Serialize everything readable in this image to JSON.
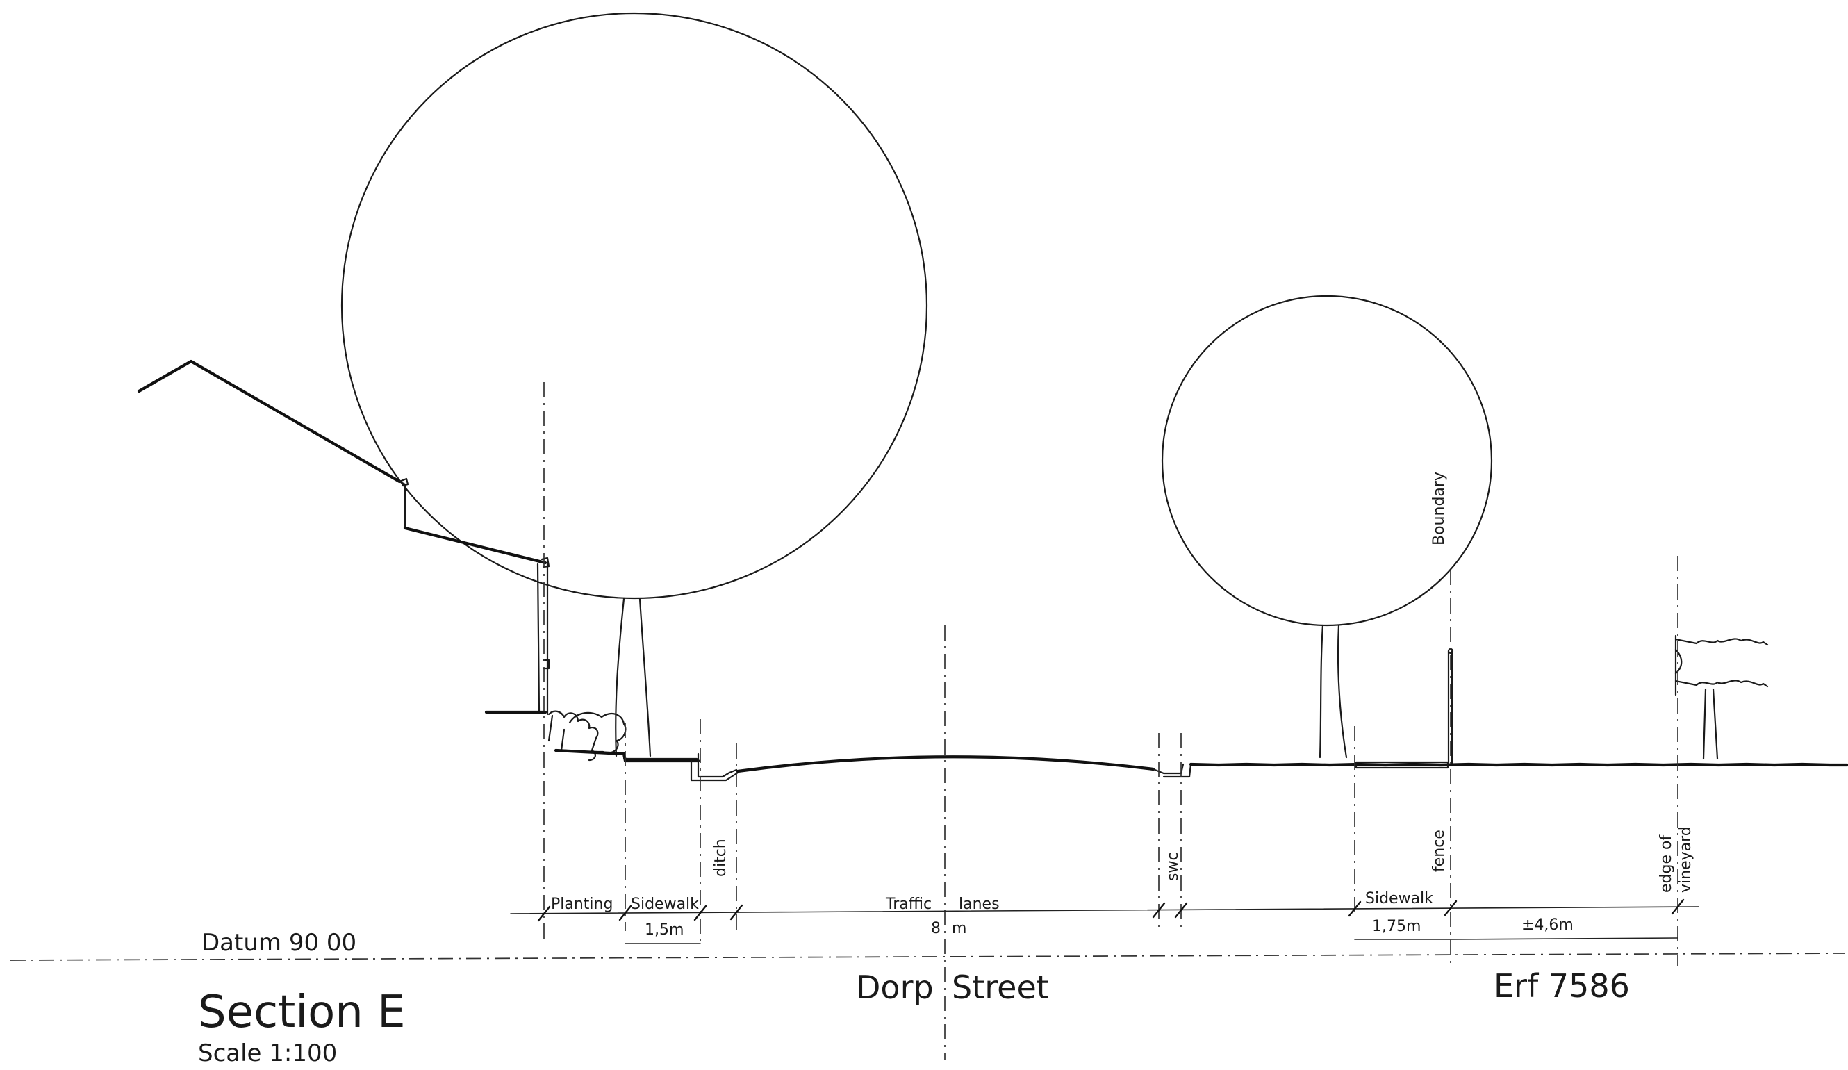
{
  "title": "Section E",
  "scale": "Scale 1:100",
  "datum": "Datum 90 00",
  "street_name": "Dorp",
  "street_suffix": "Street",
  "erf": "Erf 7586",
  "labels": {
    "boundary": "Boundary",
    "fence": "fence",
    "ditch": "ditch",
    "swc": "swc",
    "edge_of": "edge of",
    "vineyard": "vineyard"
  },
  "dimensions": {
    "planting": "Planting",
    "sidewalk_left": "Sidewalk",
    "sidewalk_left_width": "1,5m",
    "traffic_1": "Traffic",
    "traffic_2": "lanes",
    "traffic_width_num": "8",
    "traffic_width_unit": "m",
    "sidewalk_right": "Sidewalk",
    "sidewalk_right_width": "1,75m",
    "erf_width": "±4,6m"
  }
}
